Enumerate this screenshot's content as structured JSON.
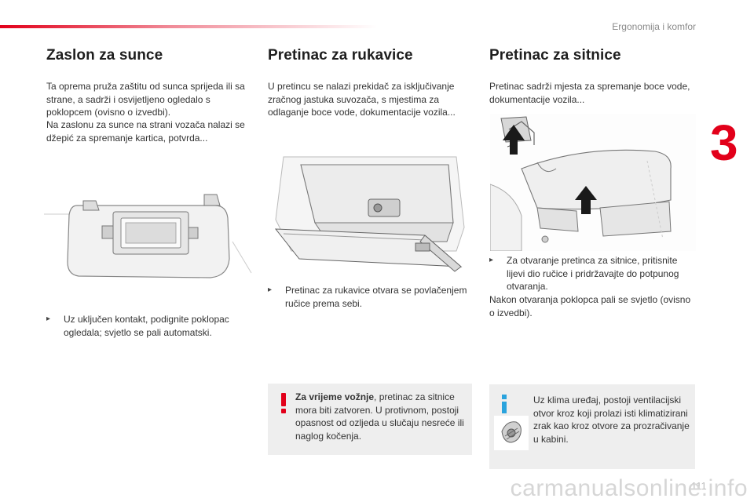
{
  "header": {
    "section_title": "Ergonomija i komfor",
    "chapter_number": "3"
  },
  "columns": {
    "visor": {
      "title": "Zaslon za sunce",
      "intro": "Ta oprema pruža zaštitu od sunca sprijeda ili sa strane, a sadrži i osvijetljeno ogledalo s poklopcem (ovisno o izvedbi).",
      "intro2": "Na zaslonu za sunce na strani vozača nalazi se džepić za spremanje kartica, potvrda...",
      "bullet": "Uz uključen kontakt, podignite poklopac ogledala; svjetlo se pali automatski."
    },
    "glovebox": {
      "title": "Pretinac za rukavice",
      "intro": "U pretincu se nalazi prekidač za isključivanje zračnog jastuka suvozača, s mjestima za odlaganje boce vode, dokumentacije vozila...",
      "bullet": "Pretinac za rukavice otvara se povlačenjem ručice prema sebi."
    },
    "storage": {
      "title": "Pretinac za sitnice",
      "intro": "Pretinac sadrži mjesta za spremanje boce vode, dokumentacije vozila...",
      "bullet": "Za otvaranje pretinca za sitnice, pritisnite lijevi dio ručice i pridržavajte do potpunog otvaranja.",
      "after": "Nakon otvaranja poklopca pali se svjetlo (ovisno o izvedbi)."
    }
  },
  "warning": {
    "bold": "Za vrijeme vožnje",
    "text": ", pretinac za sitnice mora biti zatvoren. U protivnom, postoji opasnost od ozljeda u slučaju nesreće ili naglog kočenja."
  },
  "info": {
    "text": "Uz klima uređaj, postoji ventilacijski otvor kroz koji prolazi isti klimatizirani zrak kao kroz otvore za prozračivanje u kabini."
  },
  "footer": {
    "page_number": "111"
  },
  "watermark": "carmanualsonline.info",
  "colors": {
    "accent": "#e2001a",
    "info_blue": "#2aa3dd",
    "box_bg": "#eeeeee"
  }
}
